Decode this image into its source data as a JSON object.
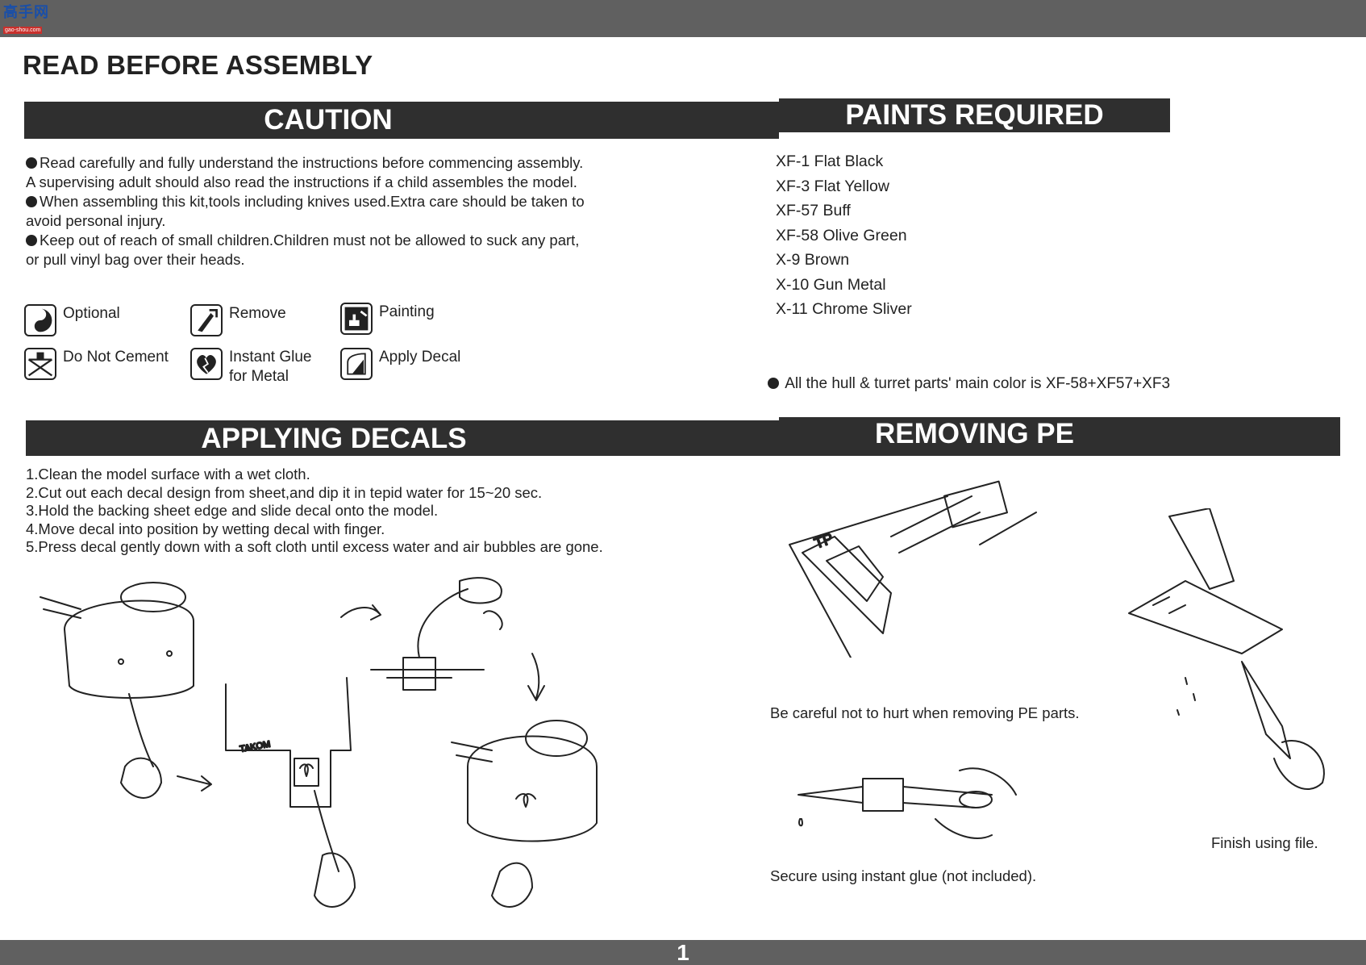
{
  "logo": {
    "cn": "高手网",
    "url": "gao-shou.com"
  },
  "title": "READ BEFORE ASSEMBLY",
  "sections": {
    "caution": "CAUTION",
    "paints": "PAINTS REQUIRED",
    "decals": "APPLYING DECALS",
    "pe": "REMOVING PE"
  },
  "caution_lines": [
    "Read carefully and fully understand the instructions before commencing assembly.",
    "A supervising adult should also read the instructions if a child assembles the model.",
    "When assembling this kit,tools including knives used.Extra care should be taken to",
    "avoid personal injury.",
    "Keep out of reach of small children.Children must not be allowed to suck any part,",
    "or pull vinyl bag over their heads."
  ],
  "legend": {
    "optional": "Optional",
    "remove": "Remove",
    "painting": "Painting",
    "do_not_cement": "Do Not Cement",
    "instant_glue_1": "Instant Glue",
    "instant_glue_2": "for Metal",
    "apply_decal": "Apply Decal"
  },
  "paints": [
    "XF-1  Flat Black",
    "XF-3  Flat Yellow",
    "XF-57 Buff",
    "XF-58 Olive Green",
    "X-9   Brown",
    "X-10 Gun Metal",
    "X-11 Chrome Sliver"
  ],
  "hull_note": "All the hull & turret parts' main color is XF-58+XF57+XF3",
  "decal_steps": [
    "1.Clean the model surface with a wet cloth.",
    "2.Cut out each decal design from sheet,and dip it in tepid water for 15~20 sec.",
    "3.Hold the backing sheet edge and slide decal onto the model.",
    "4.Move decal into position by wetting decal with finger.",
    "5.Press decal gently down with a soft cloth until excess water and air bubbles are gone."
  ],
  "illustration_labels": {
    "tp": "TP",
    "takom": "TAKOM"
  },
  "pe_captions": {
    "careful": "Be careful not to hurt when removing PE parts.",
    "file": "Finish using file.",
    "glue": "Secure using instant glue (not included)."
  },
  "page_number": "1"
}
